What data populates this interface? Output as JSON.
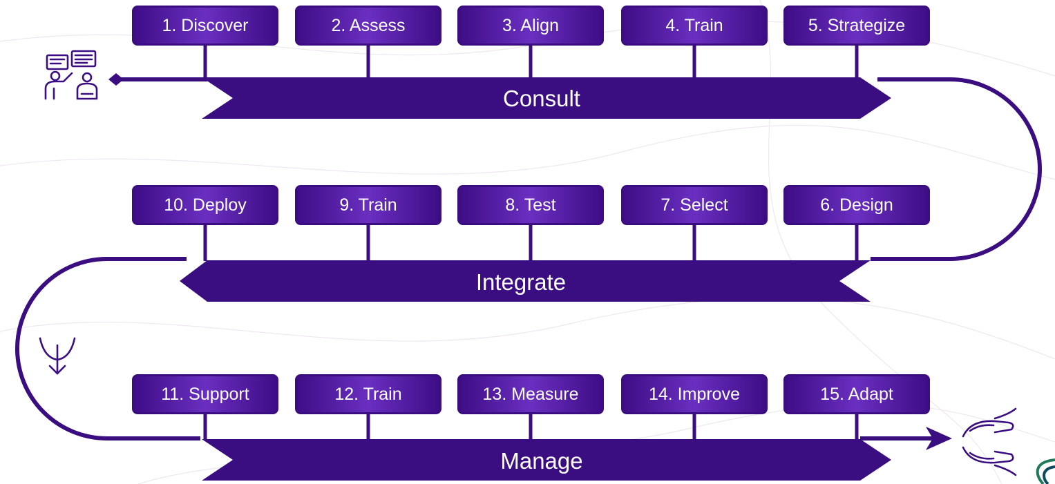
{
  "colors": {
    "primary": "#3a0d80",
    "accent": "#6a2fc0",
    "background": "#ffffff"
  },
  "icons": {
    "start": "consultation-icon",
    "branch": "branch-arrow-icon",
    "end": "open-hands-icon"
  },
  "phases": [
    {
      "label": "Consult",
      "steps": [
        "1. Discover",
        "2. Assess",
        "3. Align",
        "4. Train",
        "5. Strategize"
      ]
    },
    {
      "label": "Integrate",
      "steps": [
        "10. Deploy",
        "9. Train",
        "8. Test",
        "7. Select",
        "6. Design"
      ]
    },
    {
      "label": "Manage",
      "steps": [
        "11. Support",
        "12. Train",
        "13. Measure",
        "14. Improve",
        "15. Adapt"
      ]
    }
  ]
}
